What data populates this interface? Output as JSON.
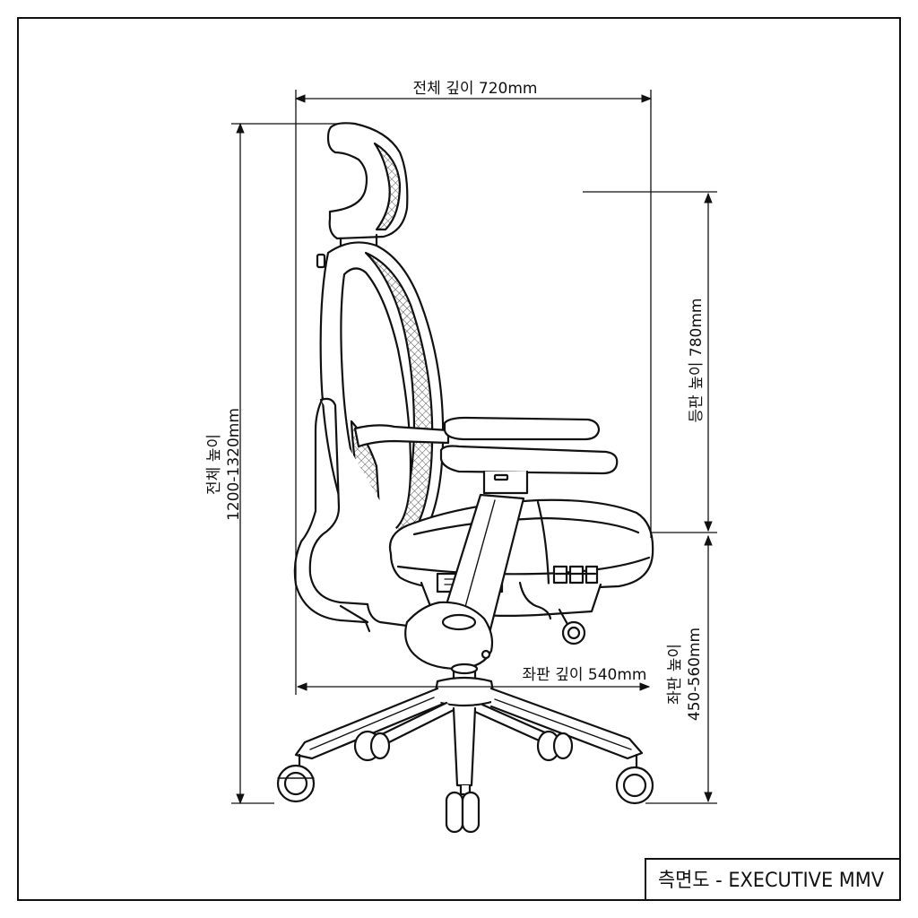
{
  "drawing": {
    "line_color": "#111111",
    "mesh_color": "#555555",
    "background": "#ffffff"
  },
  "dimensions": {
    "overall_depth": "전체 깊이 720mm",
    "overall_height_label": "전체 높이",
    "overall_height_value": "1200-1320mm",
    "backrest_height": "등판 높이 780mm",
    "seat_depth": "좌판 깊이 540mm",
    "seat_height_label": "좌판 높이",
    "seat_height_value": "450-560mm"
  },
  "title_block": {
    "title": "측면도 - EXECUTIVE MMV"
  }
}
